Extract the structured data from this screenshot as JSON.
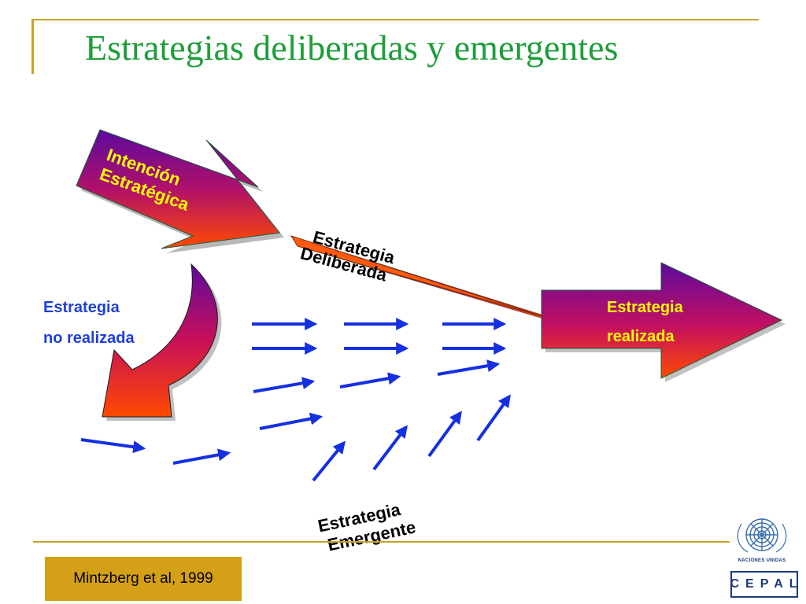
{
  "slide": {
    "title": "Estrategias deliberadas y emergentes",
    "citation": "Mintzberg et al, 1999"
  },
  "diagram": {
    "intended": {
      "line1": "Intención",
      "line2": "Estratégica",
      "text_color": "#ffff00"
    },
    "deliberate": {
      "line1": "Estrategia",
      "line2": "Deliberada"
    },
    "unrealized": {
      "line1": "Estrategia",
      "line2": "no realizada",
      "text_color": "#1f3fd6"
    },
    "realized": {
      "line1": "Estrategia",
      "line2": "realizada",
      "text_color": "#ffff00"
    },
    "emergent": {
      "line1": "Estrategia",
      "line2": "Emergente"
    },
    "arrow_colors": {
      "gradient_top": "#5c0a9e",
      "gradient_bottom": "#ff4a00",
      "small_arrows": "#1530e0",
      "deliberate_arrow": "#ff5a10"
    }
  },
  "logo": {
    "caption": "NACIONES UNIDAS",
    "name": "CEPAL",
    "icon": "un-emblem-icon"
  }
}
